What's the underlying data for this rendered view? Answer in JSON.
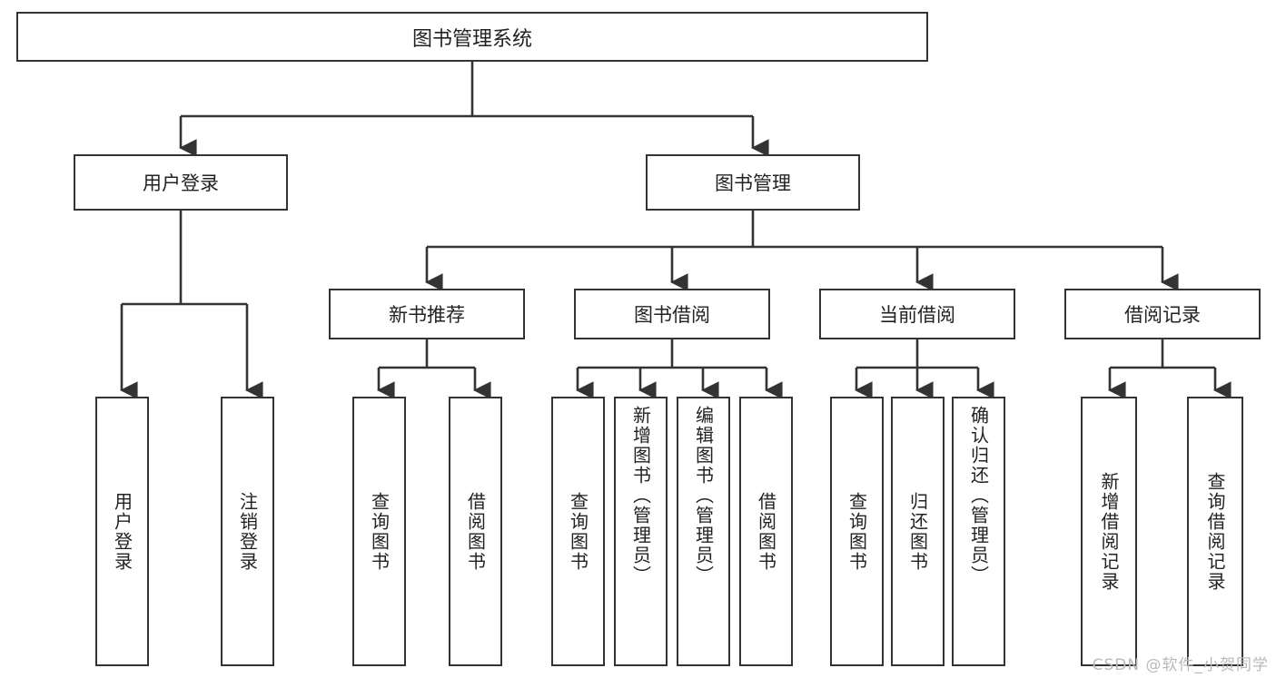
{
  "diagram": {
    "title": "图书管理系统",
    "type": "tree-hierarchy",
    "root": {
      "label": "图书管理系统"
    },
    "level2": [
      {
        "label": "用户登录"
      },
      {
        "label": "图书管理"
      }
    ],
    "level3": [
      {
        "label": "新书推荐"
      },
      {
        "label": "图书借阅"
      },
      {
        "label": "当前借阅"
      },
      {
        "label": "借阅记录"
      }
    ],
    "leaves": {
      "user_login": [
        {
          "label": "用户登录"
        },
        {
          "label": "注销登录"
        }
      ],
      "new_book_recommend": [
        {
          "label": "查询图书"
        },
        {
          "label": "借阅图书"
        }
      ],
      "book_borrow": [
        {
          "label": "查询图书"
        },
        {
          "label": "新增图书（管理员）"
        },
        {
          "label": "编辑图书（管理员）"
        },
        {
          "label": "借阅图书"
        }
      ],
      "current_borrow": [
        {
          "label": "查询图书"
        },
        {
          "label": "归还图书"
        },
        {
          "label": "确认归还（管理员）"
        }
      ],
      "borrow_record": [
        {
          "label": "新增借阅记录"
        },
        {
          "label": "查询借阅记录"
        }
      ]
    }
  },
  "watermark": {
    "text": "CSDN @软件_小贺同学"
  },
  "colors": {
    "border": "#333333",
    "background": "#ffffff",
    "text": "#222222",
    "watermark": "#b9b9b9"
  }
}
